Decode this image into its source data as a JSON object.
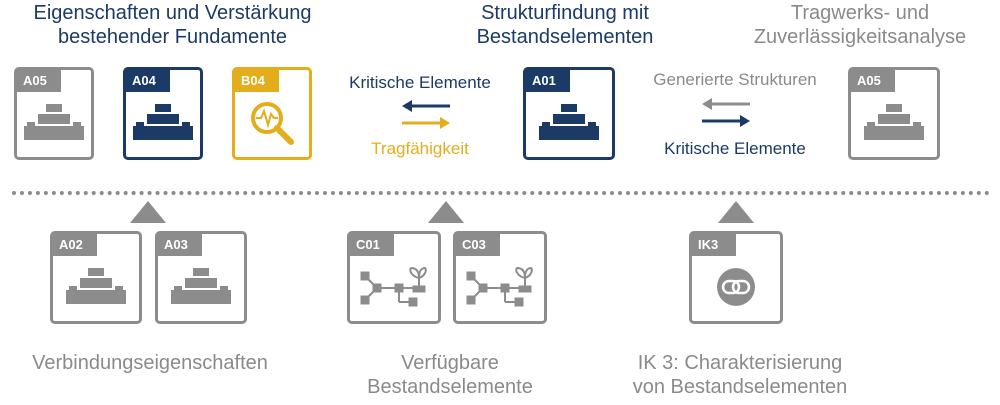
{
  "colors": {
    "navy": "#1b3a66",
    "gold": "#e3ad1b",
    "gray": "#8c8c8c",
    "text_gray": "#8a8a8a"
  },
  "headers": {
    "left": [
      "Eigenschaften und Verstärkung",
      "bestehender Fundamente"
    ],
    "center": [
      "Strukturfindung mit",
      "Bestandselementen"
    ],
    "right": [
      "Tragwerks- und",
      "Zuverlässigkeitsanalyse"
    ]
  },
  "top_cards": [
    {
      "tag": "A05",
      "icon": "building-blocks-icon",
      "color": "gray"
    },
    {
      "tag": "A04",
      "icon": "building-blocks-icon",
      "color": "navy"
    },
    {
      "tag": "B04",
      "icon": "magnifier-analysis-icon",
      "color": "gold"
    },
    {
      "tag": "A01",
      "icon": "building-blocks-icon",
      "color": "navy"
    },
    {
      "tag": "A05",
      "icon": "building-blocks-icon",
      "color": "gray"
    }
  ],
  "flows": {
    "left_top": "Kritische Elemente",
    "left_bottom": "Tragfähigkeit",
    "right_top": "Generierte Strukturen",
    "right_bottom": "Kritische Elemente"
  },
  "bottom_cards": [
    {
      "tag": "A02",
      "icon": "building-blocks-icon"
    },
    {
      "tag": "A03",
      "icon": "building-blocks-icon"
    },
    {
      "tag": "C01",
      "icon": "network-plant-icon"
    },
    {
      "tag": "C03",
      "icon": "network-plant-icon"
    },
    {
      "tag": "IK3",
      "icon": "chain-link-icon"
    }
  ],
  "footers": {
    "left": [
      "Verbindungseigenschaften"
    ],
    "center": [
      "Verfügbare",
      "Bestandselemente"
    ],
    "right": [
      "IK 3: Charakterisierung",
      "von Bestandselementen"
    ]
  }
}
